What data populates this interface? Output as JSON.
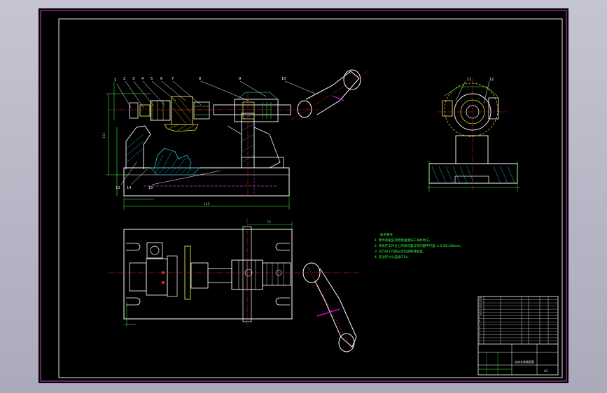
{
  "colors": {
    "viewport_bg": "#b4b4c4",
    "drawing_bg": "#000000",
    "frame_magenta": "#d040d0",
    "line_white": "#ffffff",
    "line_red": "#ff2020",
    "line_green": "#3cff3c",
    "line_cyan": "#00e0e0",
    "line_yellow": "#e8e040",
    "line_magenta": "#ff00ff",
    "hatch_cyan": "#20b0c0"
  },
  "front_view": {
    "balloons": [
      "1",
      "2",
      "3",
      "4",
      "5",
      "6",
      "7",
      "8",
      "9",
      "10"
    ],
    "lower_balloons": [
      "13",
      "14",
      "15"
    ],
    "dim_height": "111",
    "dim_width": "145"
  },
  "side_view": {
    "balloons": [
      "11",
      "12"
    ]
  },
  "top_view": {
    "dim_top": "70"
  },
  "notes": {
    "title": "技术要求",
    "lines": [
      "1. 零件装配前须用煤油清洗干净并吹干。",
      "2. 夹具在工作台上的安装面与导向键平行度 ≤ 0.05/100mm。",
      "3. 对刀块工作面与定位面保持垂直。",
      "4. 未注尺寸公差按IT14。"
    ]
  },
  "title_block": {
    "drawing_name": "钻床夹具装配图",
    "sheet_code": "A1",
    "rows": [
      "15",
      "14",
      "13",
      "12",
      "11",
      "10",
      "9",
      "8",
      "7",
      "6",
      "5",
      "4",
      "3",
      "2",
      "1"
    ]
  }
}
